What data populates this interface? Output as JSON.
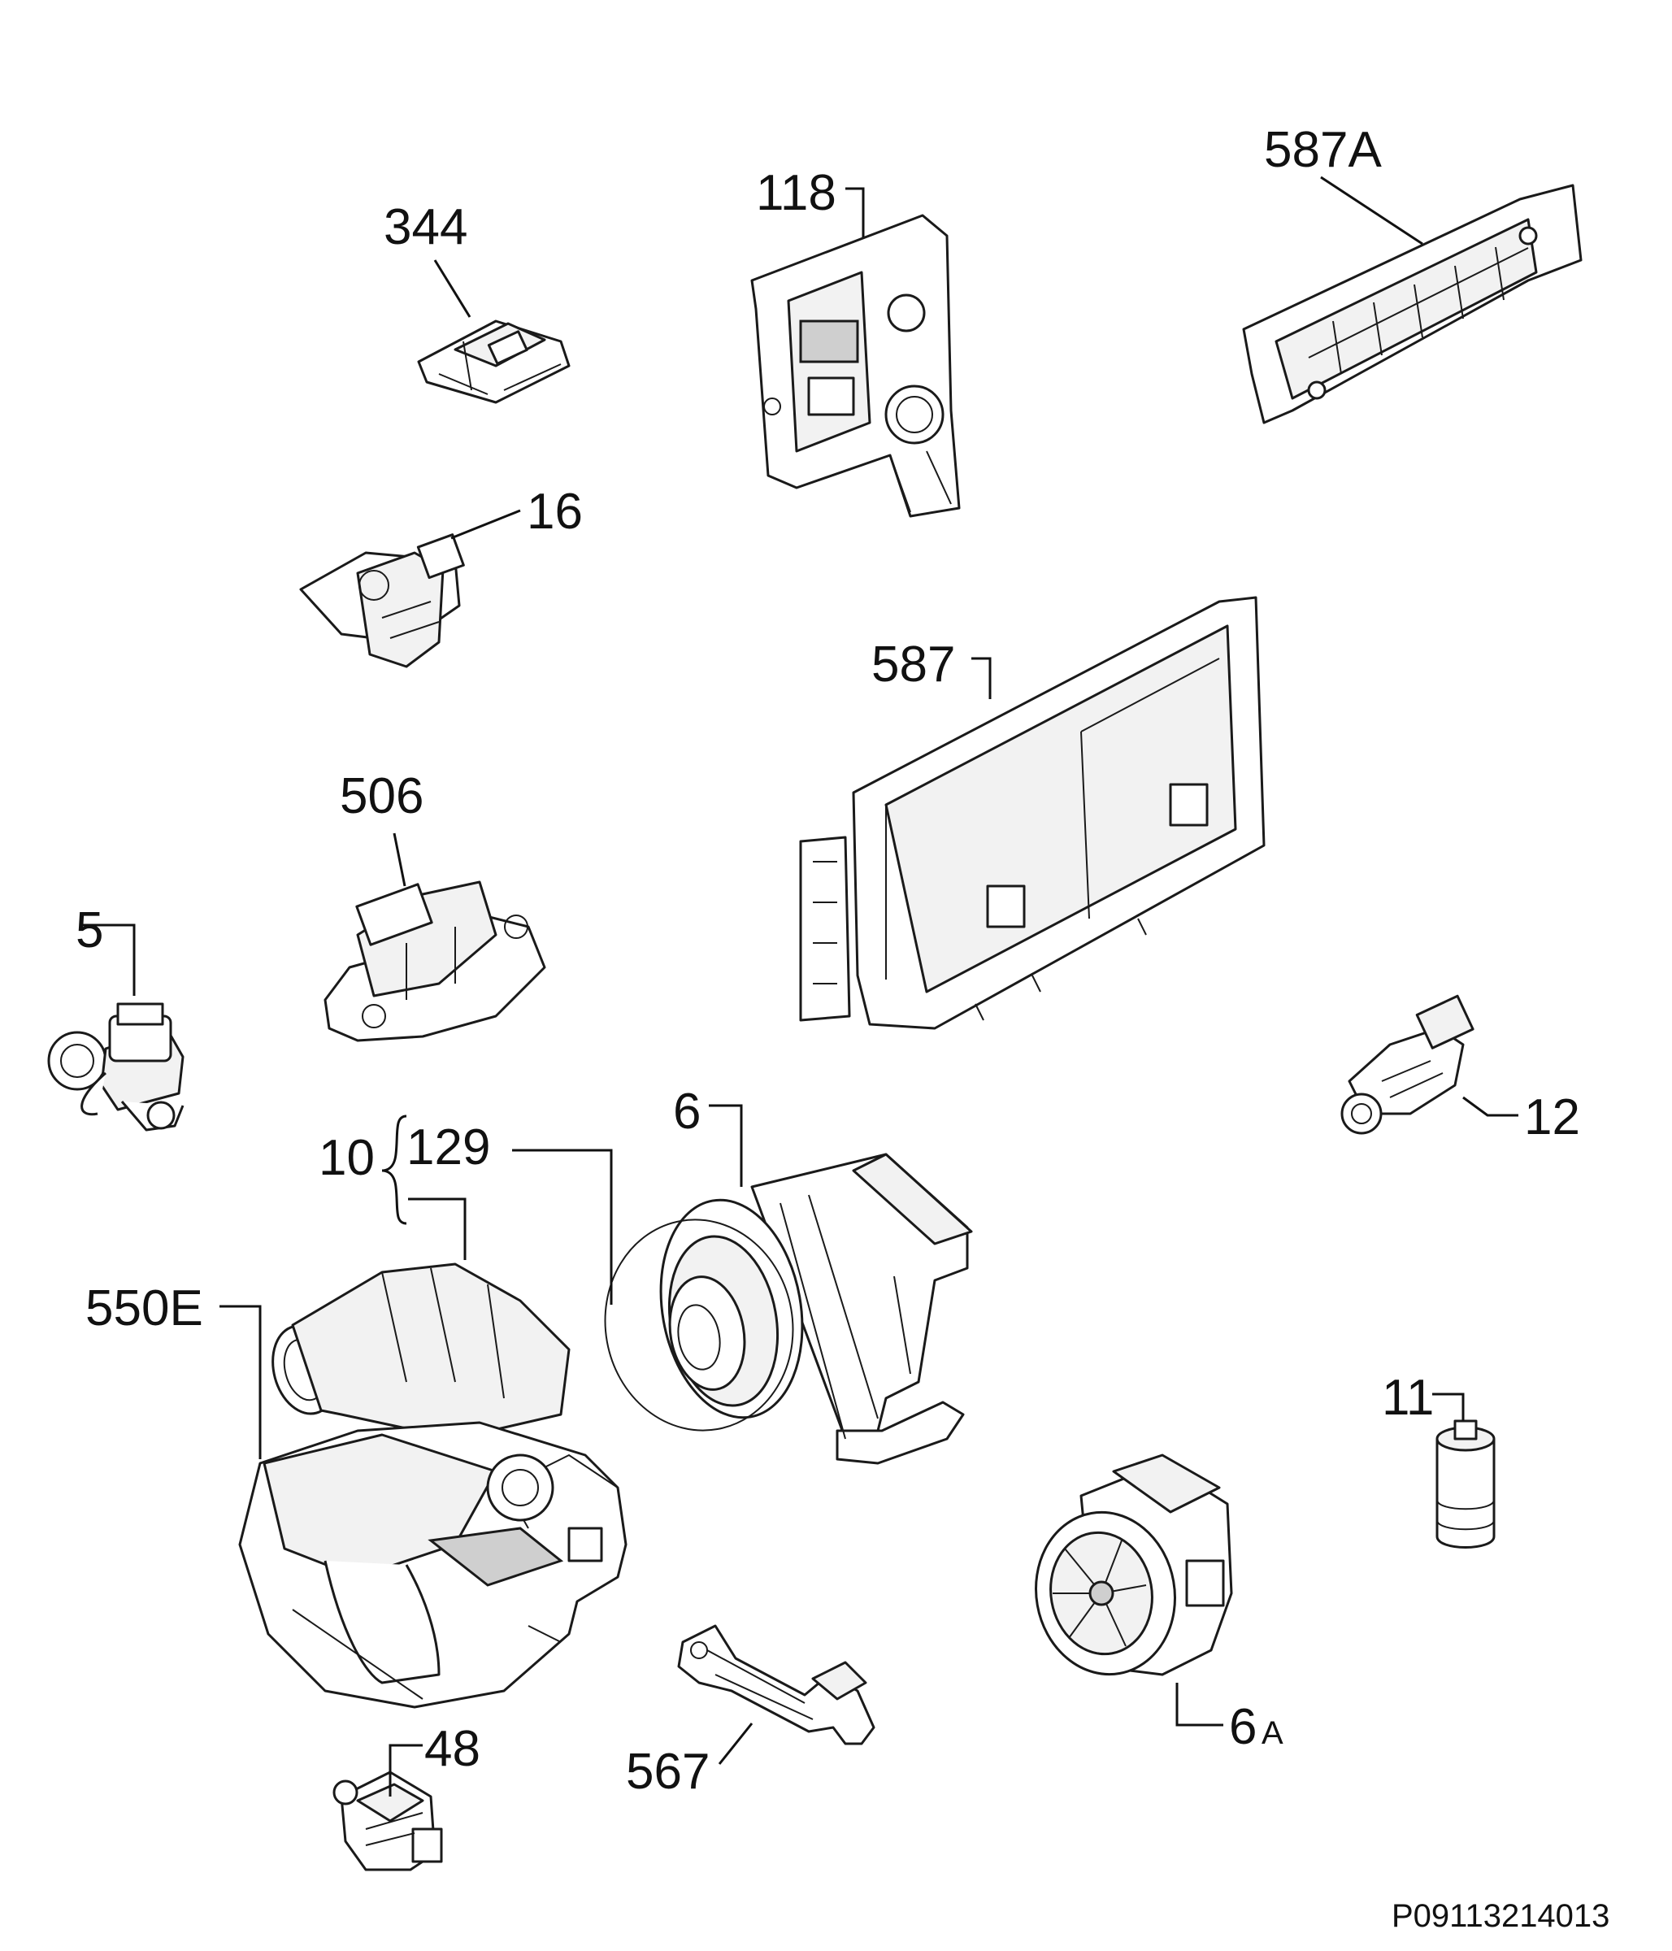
{
  "diagram_code": "P09113214013",
  "callouts": {
    "c344": "344",
    "c118": "118",
    "c587A": "587A",
    "c16": "16",
    "c587": "587",
    "c506": "506",
    "c5": "5",
    "c12": "12",
    "c6": "6",
    "c10": "10",
    "c129": "129",
    "c550E": "550E",
    "c11": "11",
    "c6A_num": "6",
    "c6A_letter": "A",
    "c48": "48",
    "c567": "567"
  }
}
